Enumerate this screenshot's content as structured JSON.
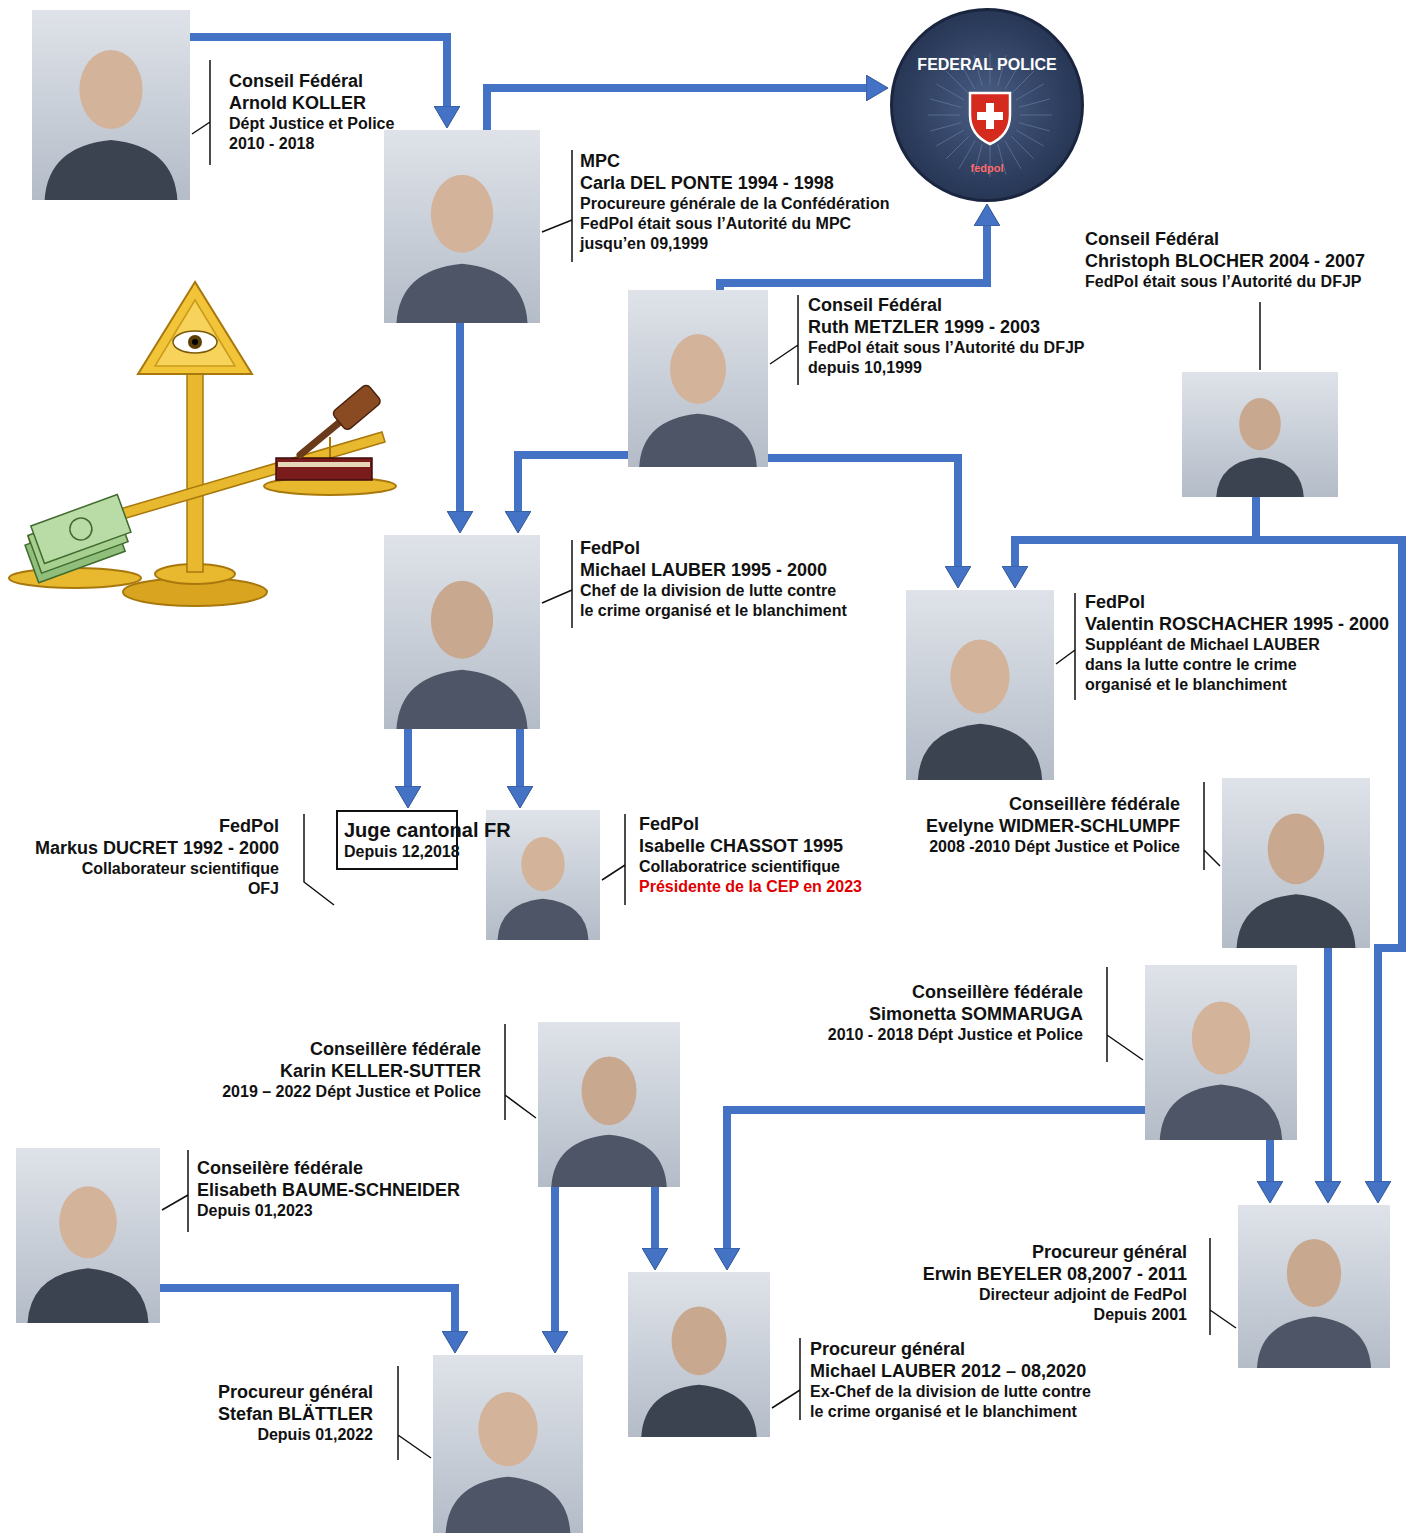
{
  "diagram": {
    "nodes": [
      {
        "text": [
          "Conseil Fédéral",
          "Arnold KOLLER",
          "Dépt Justice et Police 2010 - 2018"
        ]
      },
      {
        "text": [
          "FEDERAL POLICE",
          "fedpol"
        ]
      },
      {
        "text": [
          "MPC",
          "Carla DEL PONTE 1994 - 1998",
          "Procureure générale de la Confédération",
          "FedPol était sous l’Autorité du MPC jusqu’en 09,1999"
        ]
      },
      {
        "text": [
          "Conseil Fédéral",
          "Christoph BLOCHER 2004 - 2007",
          "FedPol était sous l’Autorité du DFJP"
        ]
      },
      {
        "text": [
          "Conseil Fédéral",
          "Ruth METZLER 1999 - 2003",
          "FedPol était sous l’Autorité du DFJP depuis 10,1999"
        ]
      },
      {
        "text": [
          "FedPol",
          "Michael LAUBER 1995 - 2000",
          "Chef de la division de lutte contre le crime organisé et le blanchiment"
        ]
      },
      {
        "text": [
          "FedPol",
          "Valentin ROSCHACHER 1995 - 2000",
          "Suppléant de Michael LAUBER dans la lutte contre le crime organisé et le blanchiment"
        ]
      },
      {
        "text": [
          "FedPol",
          "Markus DUCRET 1992 - 2000",
          "Collaborateur scientifique OFJ",
          "Juge cantonal FR",
          "Depuis 12,2018"
        ]
      },
      {
        "text": [
          "FedPol",
          "Isabelle CHASSOT 1995",
          "Collaboratrice scientifique",
          "Présidente de la CEP en 2023"
        ]
      },
      {
        "text": [
          "Conseillère fédérale",
          "Evelyne WIDMER-SCHLUMPF",
          "2008 -2010 Dépt Justice et Police"
        ]
      },
      {
        "text": [
          "Conseillère fédérale",
          "Simonetta SOMMARUGA",
          "2010 - 2018 Dépt Justice et Police"
        ]
      },
      {
        "text": [
          "Conseillère fédérale",
          "Karin KELLER-SUTTER",
          "2019 – 2022 Dépt Justice et Police"
        ]
      },
      {
        "text": [
          "Conseilère fédérale",
          "Elisabeth BAUME-SCHNEIDER",
          "Depuis 01,2023"
        ]
      },
      {
        "text": [
          "Procureur général",
          "Erwin BEYELER 08,2007 - 2011",
          "Directeur adjoint de FedPol Depuis 2001"
        ]
      },
      {
        "text": [
          "Procureur général",
          "Stefan BLÄTTLER",
          "Depuis 01,2022"
        ]
      },
      {
        "text": [
          "Procureur général",
          "Michael LAUBER 2012 – 08,2020",
          "Ex-Chef de la division de lutte contre le crime organisé et le blanchiment"
        ]
      }
    ],
    "edges": [
      {
        "from": 0,
        "to": 2,
        "arrow": "to"
      },
      {
        "from": 2,
        "to": 1,
        "arrow": "to"
      },
      {
        "from": 2,
        "to": 5,
        "arrow": "to"
      },
      {
        "from": 3,
        "to": 6,
        "arrow": "to"
      },
      {
        "from": 3,
        "to": 13,
        "arrow": "to"
      },
      {
        "from": 4,
        "to": 1,
        "arrow": "to"
      },
      {
        "from": 4,
        "to": 5,
        "arrow": "to"
      },
      {
        "from": 4,
        "to": 6,
        "arrow": "to"
      },
      {
        "from": 5,
        "to": 7,
        "arrow": "to"
      },
      {
        "from": 5,
        "to": 8,
        "arrow": "to"
      },
      {
        "from": 9,
        "to": 13,
        "arrow": "to"
      },
      {
        "from": 10,
        "to": 13,
        "arrow": "to"
      },
      {
        "from": 10,
        "to": 15,
        "arrow": "to"
      },
      {
        "from": 11,
        "to": 15,
        "arrow": "to"
      },
      {
        "from": 11,
        "to": 14,
        "arrow": "to"
      },
      {
        "from": 12,
        "to": 14,
        "arrow": "to"
      }
    ]
  }
}
